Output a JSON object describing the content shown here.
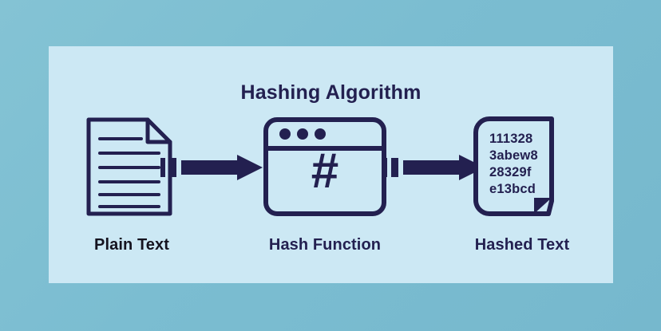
{
  "diagram": {
    "title": "Hashing Algorithm",
    "colors": {
      "outer_background": "#7cbed2",
      "panel_background": "#cce8f4",
      "ink": "#232050",
      "label_dark": "#15131f"
    },
    "nodes": [
      {
        "id": "plain-text",
        "label": "Plain Text",
        "icon": "document-icon",
        "line_count": 6
      },
      {
        "id": "hash-function",
        "label": "Hash Function",
        "icon": "browser-window-hash-icon",
        "symbol": "#",
        "dot_count": 3
      },
      {
        "id": "hashed-text",
        "label": "Hashed Text",
        "icon": "hashed-document-icon",
        "hash_lines": [
          "111328",
          "3abew8",
          "28329f",
          "e13bcd"
        ]
      }
    ],
    "arrows": [
      {
        "id": "arrow-plain-to-hash",
        "name": "arrow-right-icon",
        "from": "plain-text",
        "to": "hash-function"
      },
      {
        "id": "arrow-hash-to-output",
        "name": "arrow-right-icon",
        "from": "hash-function",
        "to": "hashed-text"
      }
    ]
  }
}
